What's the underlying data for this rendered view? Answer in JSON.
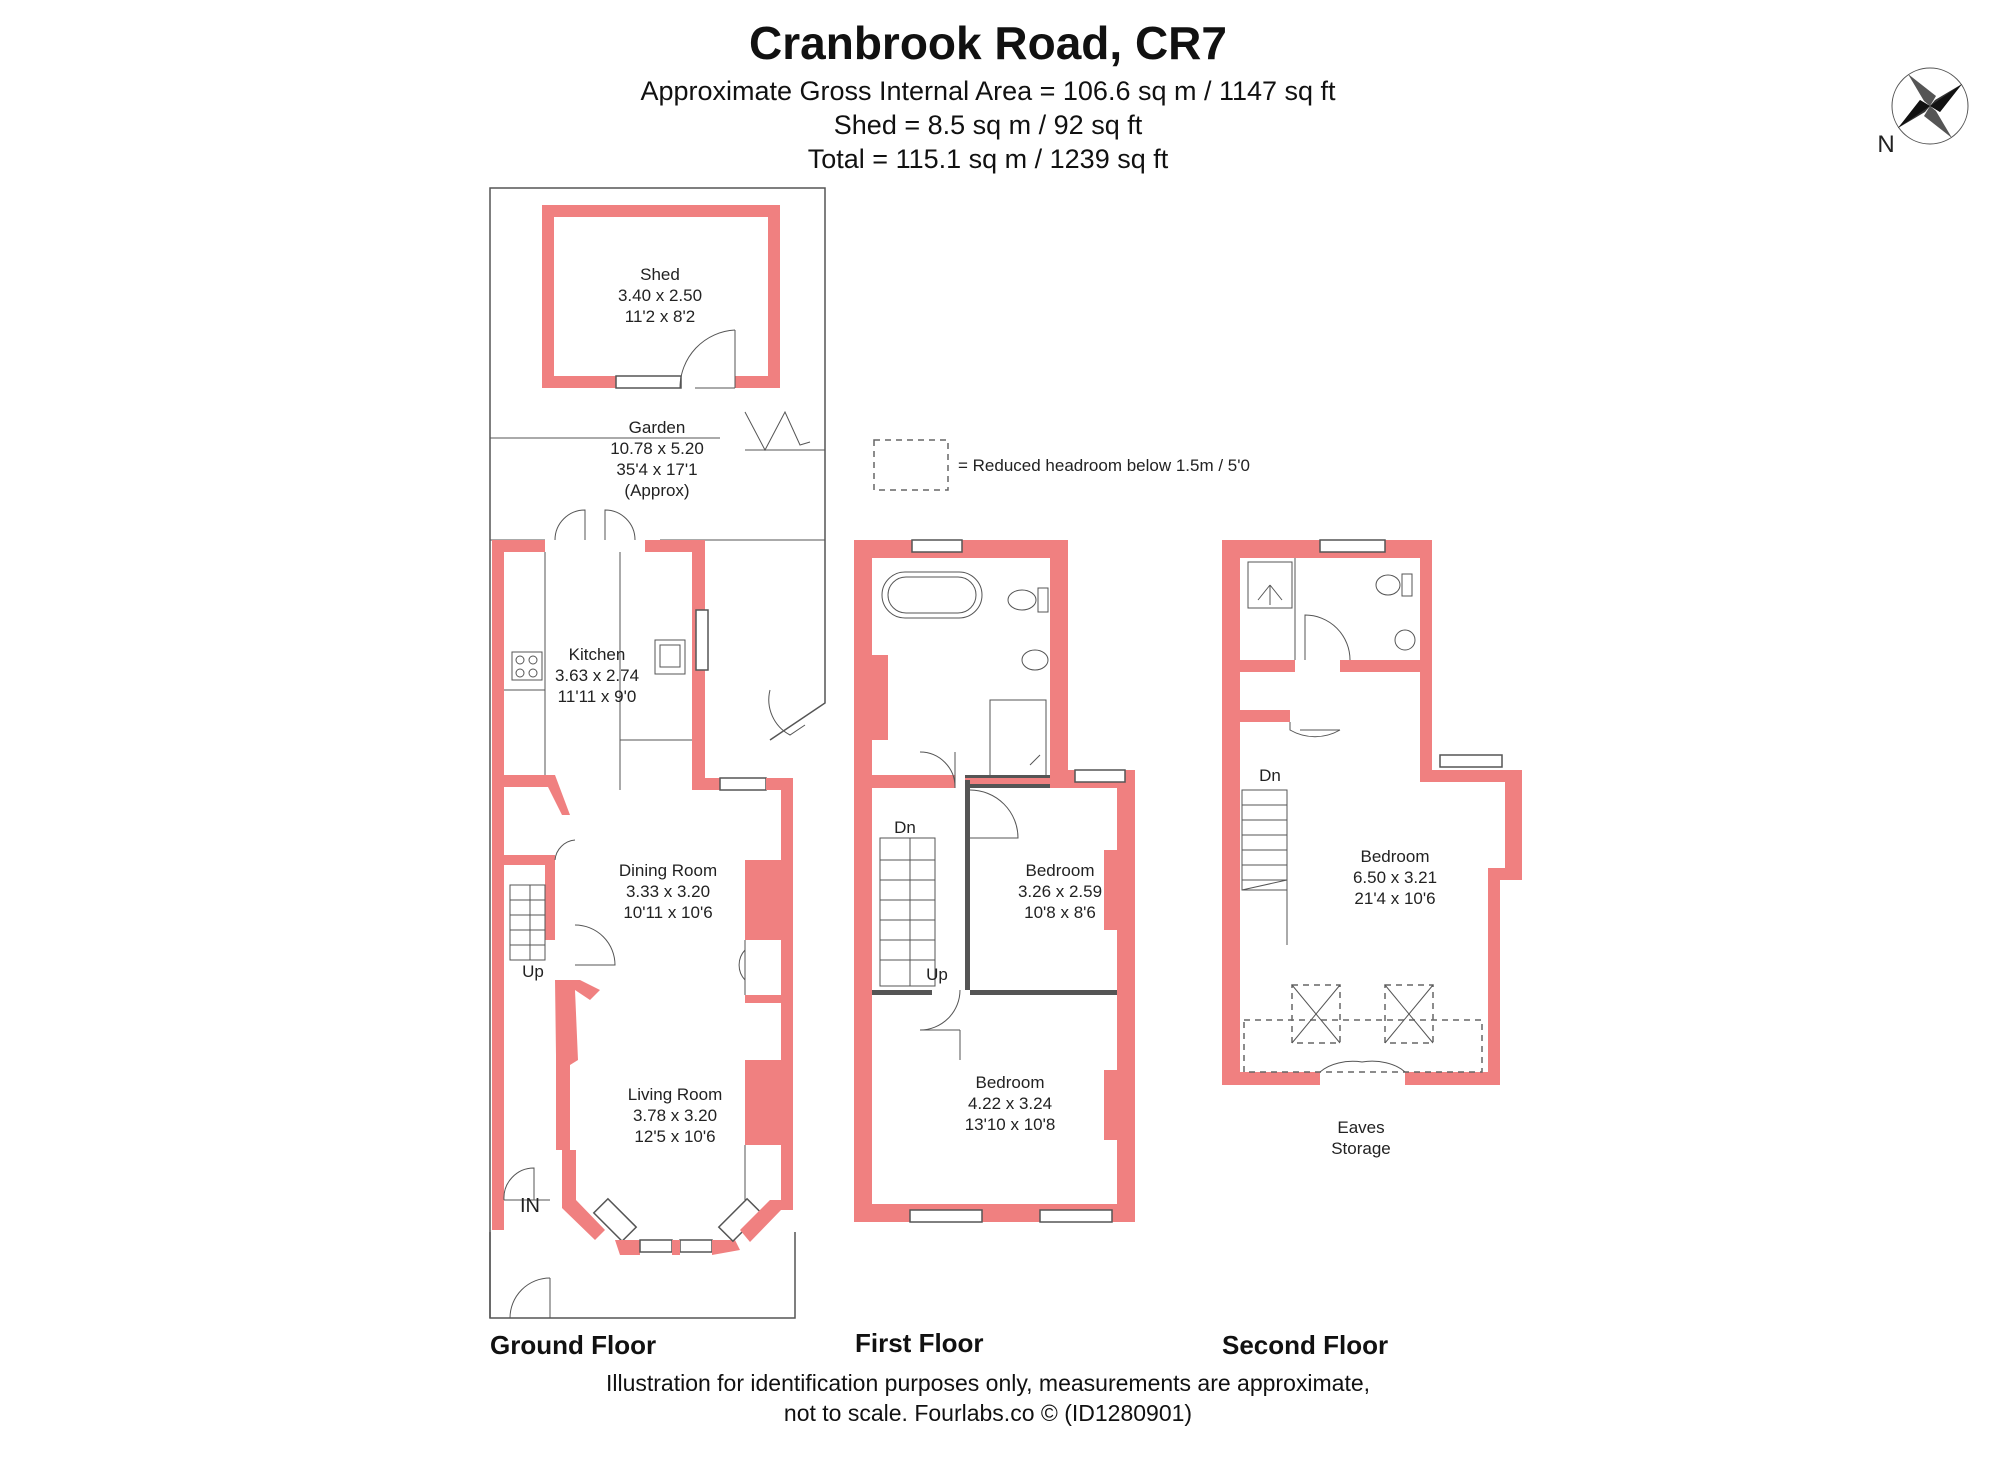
{
  "header": {
    "title": "Cranbrook Road, CR7",
    "area_line": "Approximate Gross Internal Area = 106.6 sq m / 1147 sq ft",
    "shed_line": "Shed = 8.5 sq m / 92 sq ft",
    "total_line": "Total = 115.1 sq m / 1239 sq ft"
  },
  "compass": {
    "label": "N"
  },
  "legend": {
    "text": "= Reduced headroom below 1.5m / 5'0"
  },
  "colors": {
    "wall": "#f08080",
    "line": "#555555",
    "background": "#ffffff"
  },
  "floors": {
    "ground": {
      "label": "Ground Floor"
    },
    "first": {
      "label": "First Floor"
    },
    "second": {
      "label": "Second Floor"
    }
  },
  "rooms": {
    "shed": {
      "name": "Shed",
      "metric": "3.40 x 2.50",
      "imperial": "11'2 x 8'2"
    },
    "garden": {
      "name": "Garden",
      "metric": "10.78 x 5.20",
      "imperial": "35'4 x 17'1",
      "note": "(Approx)"
    },
    "kitchen": {
      "name": "Kitchen",
      "metric": "3.63 x 2.74",
      "imperial": "11'11 x 9'0"
    },
    "dining": {
      "name": "Dining Room",
      "metric": "3.33 x 3.20",
      "imperial": "10'11 x 10'6"
    },
    "living": {
      "name": "Living Room",
      "metric": "3.78 x 3.20",
      "imperial": "12'5 x 10'6"
    },
    "bedroom_small": {
      "name": "Bedroom",
      "metric": "3.26 x 2.59",
      "imperial": "10'8 x 8'6"
    },
    "bedroom_first": {
      "name": "Bedroom",
      "metric": "4.22 x 3.24",
      "imperial": "13'10 x 10'8"
    },
    "bedroom_second": {
      "name": "Bedroom",
      "metric": "6.50 x 3.21",
      "imperial": "21'4 x 10'6"
    },
    "eaves": {
      "line1": "Eaves",
      "line2": "Storage"
    }
  },
  "stairs": {
    "up": "Up",
    "down": "Dn",
    "entrance": "IN"
  },
  "footer": {
    "line1": "Illustration for identification purposes only, measurements are approximate,",
    "line2": "not to scale. Fourlabs.co © (ID1280901)"
  }
}
